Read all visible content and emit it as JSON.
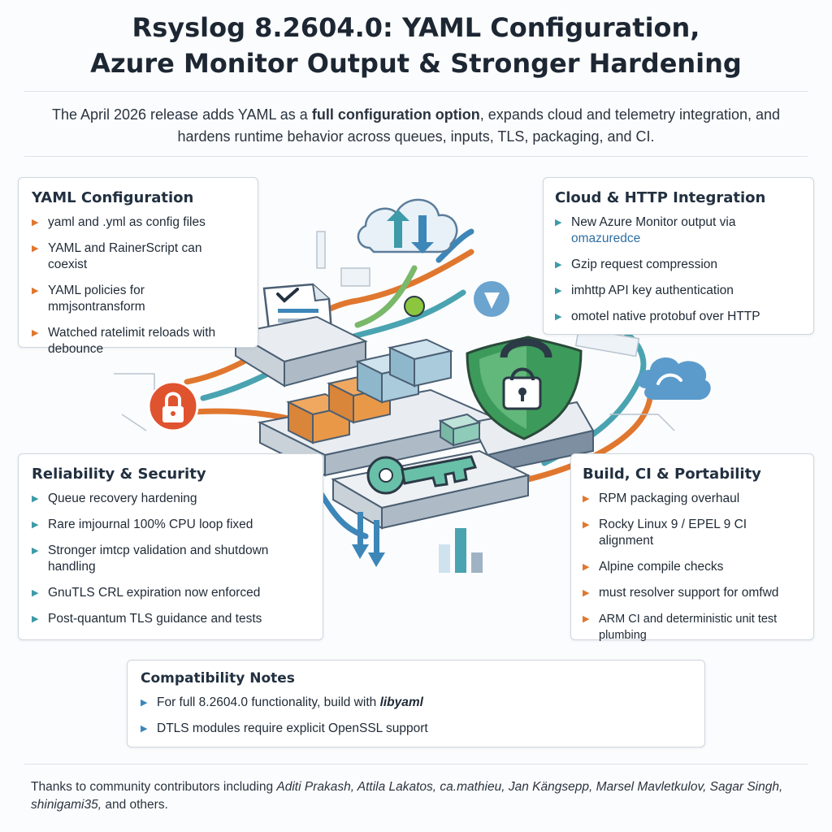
{
  "title": {
    "line1": "Rsyslog 8.2604.0: YAML Configuration,",
    "line2": "Azure Monitor Output & Stronger Hardening"
  },
  "intro": {
    "pre": "The April 2026 release adds YAML as a ",
    "bold": "full configuration option",
    "post": ", expands cloud and telemetry integration, and hardens runtime behavior across queues, inputs, TLS, packaging, and CI."
  },
  "colors": {
    "orange_arrow": "#e0772f",
    "teal_arrow": "#4aa3b0",
    "blue_arrow": "#3d86b8",
    "shield_green": "#3c9a5a",
    "lock_red": "#e0532f"
  },
  "illustration": {
    "icons": [
      "cloud-sync-icon",
      "document-check-icon",
      "server-rack-icon",
      "package-box-icon",
      "shield-lock-icon",
      "key-icon",
      "padlock-icon",
      "bar-chart-icon",
      "cloud-icon",
      "compass-icon"
    ]
  },
  "cards": {
    "yaml": {
      "title": "YAML Configuration",
      "items": [
        "yaml and .yml as config files",
        "YAML and RainerScript can coexist",
        "YAML policies for mmjsontransform",
        "Watched ratelimit reloads with debounce"
      ]
    },
    "cloud": {
      "title": "Cloud & HTTP Integration",
      "item1_pre": "New Azure Monitor output via ",
      "item1_hl": "omazuredce",
      "items": [
        "Gzip request compression",
        "imhttp API key authentication",
        "omotel native protobuf over HTTP"
      ]
    },
    "reliability": {
      "title": "Reliability & Security",
      "items": [
        "Queue recovery hardening",
        "Rare imjournal 100% CPU loop fixed",
        "Stronger imtcp validation and shutdown handling",
        "GnuTLS CRL expiration now enforced",
        "Post-quantum TLS guidance and tests"
      ]
    },
    "build": {
      "title": "Build, CI & Portability",
      "items": [
        "RPM packaging overhaul",
        "Rocky Linux 9 / EPEL 9 CI alignment",
        "Alpine compile checks",
        "must resolver support for omfwd",
        "ARM CI and deterministic unit test plumbing"
      ]
    },
    "compat": {
      "title": "Compatibility Notes",
      "item1_pre": "For full 8.2604.0 functionality, build with ",
      "item1_em": "libyaml",
      "items": [
        "DTLS modules require explicit OpenSSL support"
      ]
    }
  },
  "thanks": {
    "pre": "Thanks to community contributors including ",
    "names": "Aditi Prakash, Attila Lakatos, ca.mathieu, Jan Kängsepp, Marsel Mavletkulov, Sagar Singh, shinigami35,",
    "post": " and others."
  }
}
